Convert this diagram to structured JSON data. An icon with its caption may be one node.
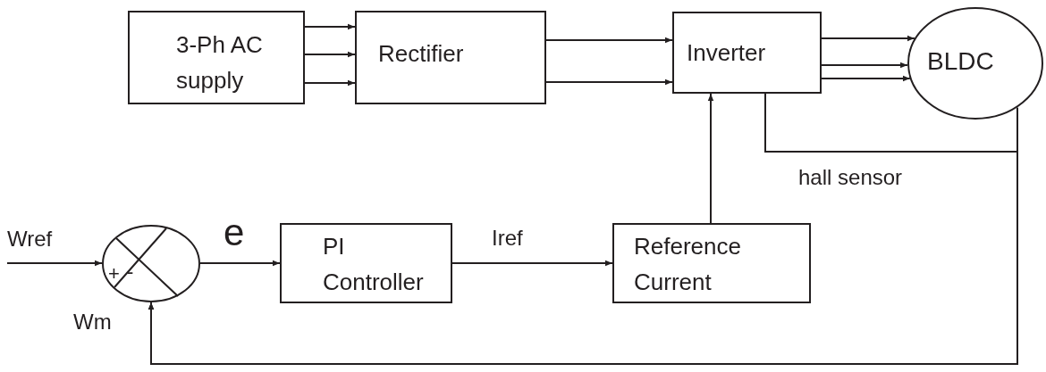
{
  "diagram": {
    "nodes": [
      {
        "text": [
          "3-Ph AC supply"
        ]
      },
      {
        "text": [
          "Rectifier"
        ]
      },
      {
        "text": [
          "Inverter"
        ]
      },
      {
        "text": [
          "BLDC"
        ]
      },
      {
        "text": [
          "Wref"
        ]
      },
      {
        "text": [
          "+",
          "-"
        ]
      },
      {
        "text": [
          "PI Controller"
        ]
      },
      {
        "text": [
          "Reference Current"
        ]
      }
    ],
    "edges": [
      {
        "from": 0,
        "to": 1,
        "arrow": "to"
      },
      {
        "from": 0,
        "to": 1,
        "arrow": "to"
      },
      {
        "from": 0,
        "to": 1,
        "arrow": "to"
      },
      {
        "from": 1,
        "to": 2,
        "arrow": "to"
      },
      {
        "from": 1,
        "to": 2,
        "arrow": "to"
      },
      {
        "from": 2,
        "to": 3,
        "arrow": "to"
      },
      {
        "from": 2,
        "to": 3,
        "arrow": "to"
      },
      {
        "from": 2,
        "to": 3,
        "arrow": "to"
      },
      {
        "from": 4,
        "to": 5,
        "arrow": "to"
      },
      {
        "from": 5,
        "to": 6,
        "arrow": "to",
        "label": "e"
      },
      {
        "from": 6,
        "to": 7,
        "arrow": "to",
        "label": "Iref"
      },
      {
        "from": 7,
        "to": 2,
        "arrow": "to"
      },
      {
        "from": 2,
        "to": 5,
        "arrow": "to",
        "label": "hall sensor"
      },
      {
        "from": 3,
        "to": 5,
        "arrow": "to"
      }
    ],
    "labels": [
      "Wm"
    ]
  }
}
